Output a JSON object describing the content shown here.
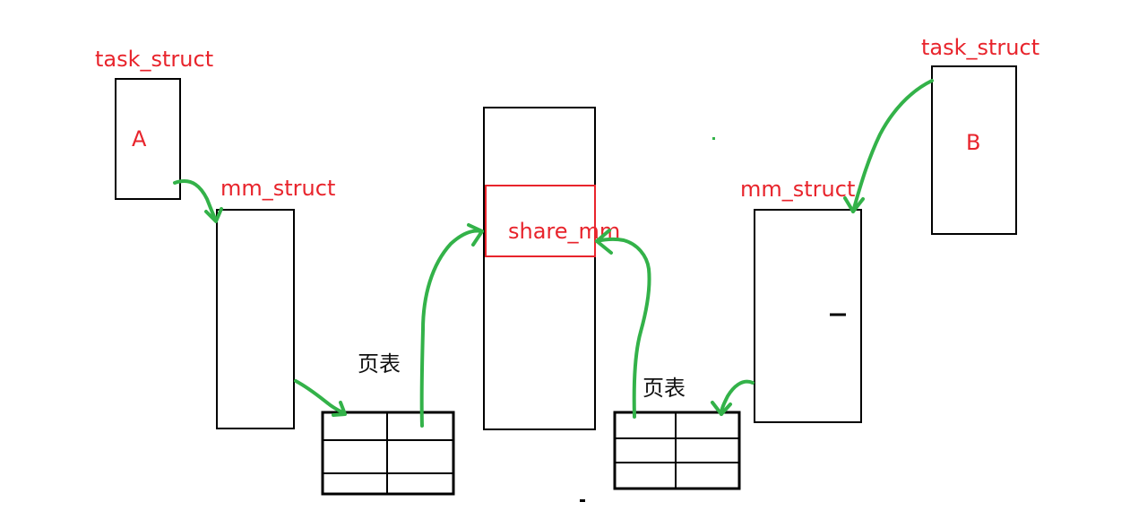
{
  "process_a": {
    "task_label": "task_struct",
    "name": "A",
    "mm_label": "mm_struct",
    "page_table_label": "页表"
  },
  "process_b": {
    "task_label": "task_struct",
    "name": "B",
    "mm_label": "mm_struct",
    "page_table_label": "页表"
  },
  "shared": {
    "label": "share_mm"
  },
  "colors": {
    "label_red": "#e8242c",
    "arrow_green": "#33b249",
    "box_black": "#000000",
    "shared_region": "#e8242c"
  }
}
